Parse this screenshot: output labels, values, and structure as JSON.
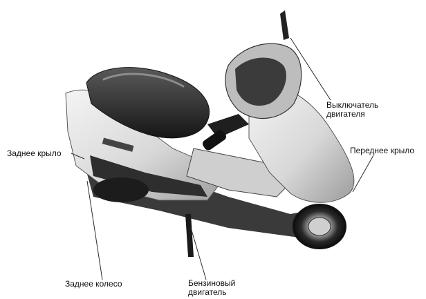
{
  "labels": {
    "kill_switch": [
      "Выключатель",
      "двигателя"
    ],
    "rear_fender": "Заднее крыло",
    "front_fender": "Переднее крыло",
    "rear_wheel": "Заднее колесо",
    "gas_engine": [
      "Бензиновый",
      "двигатель"
    ]
  },
  "colors": {
    "line": "#2a2a2a",
    "body_light": "#e6e6e6",
    "body_mid": "#9a9a9a",
    "body_dark": "#2b2b2b"
  }
}
